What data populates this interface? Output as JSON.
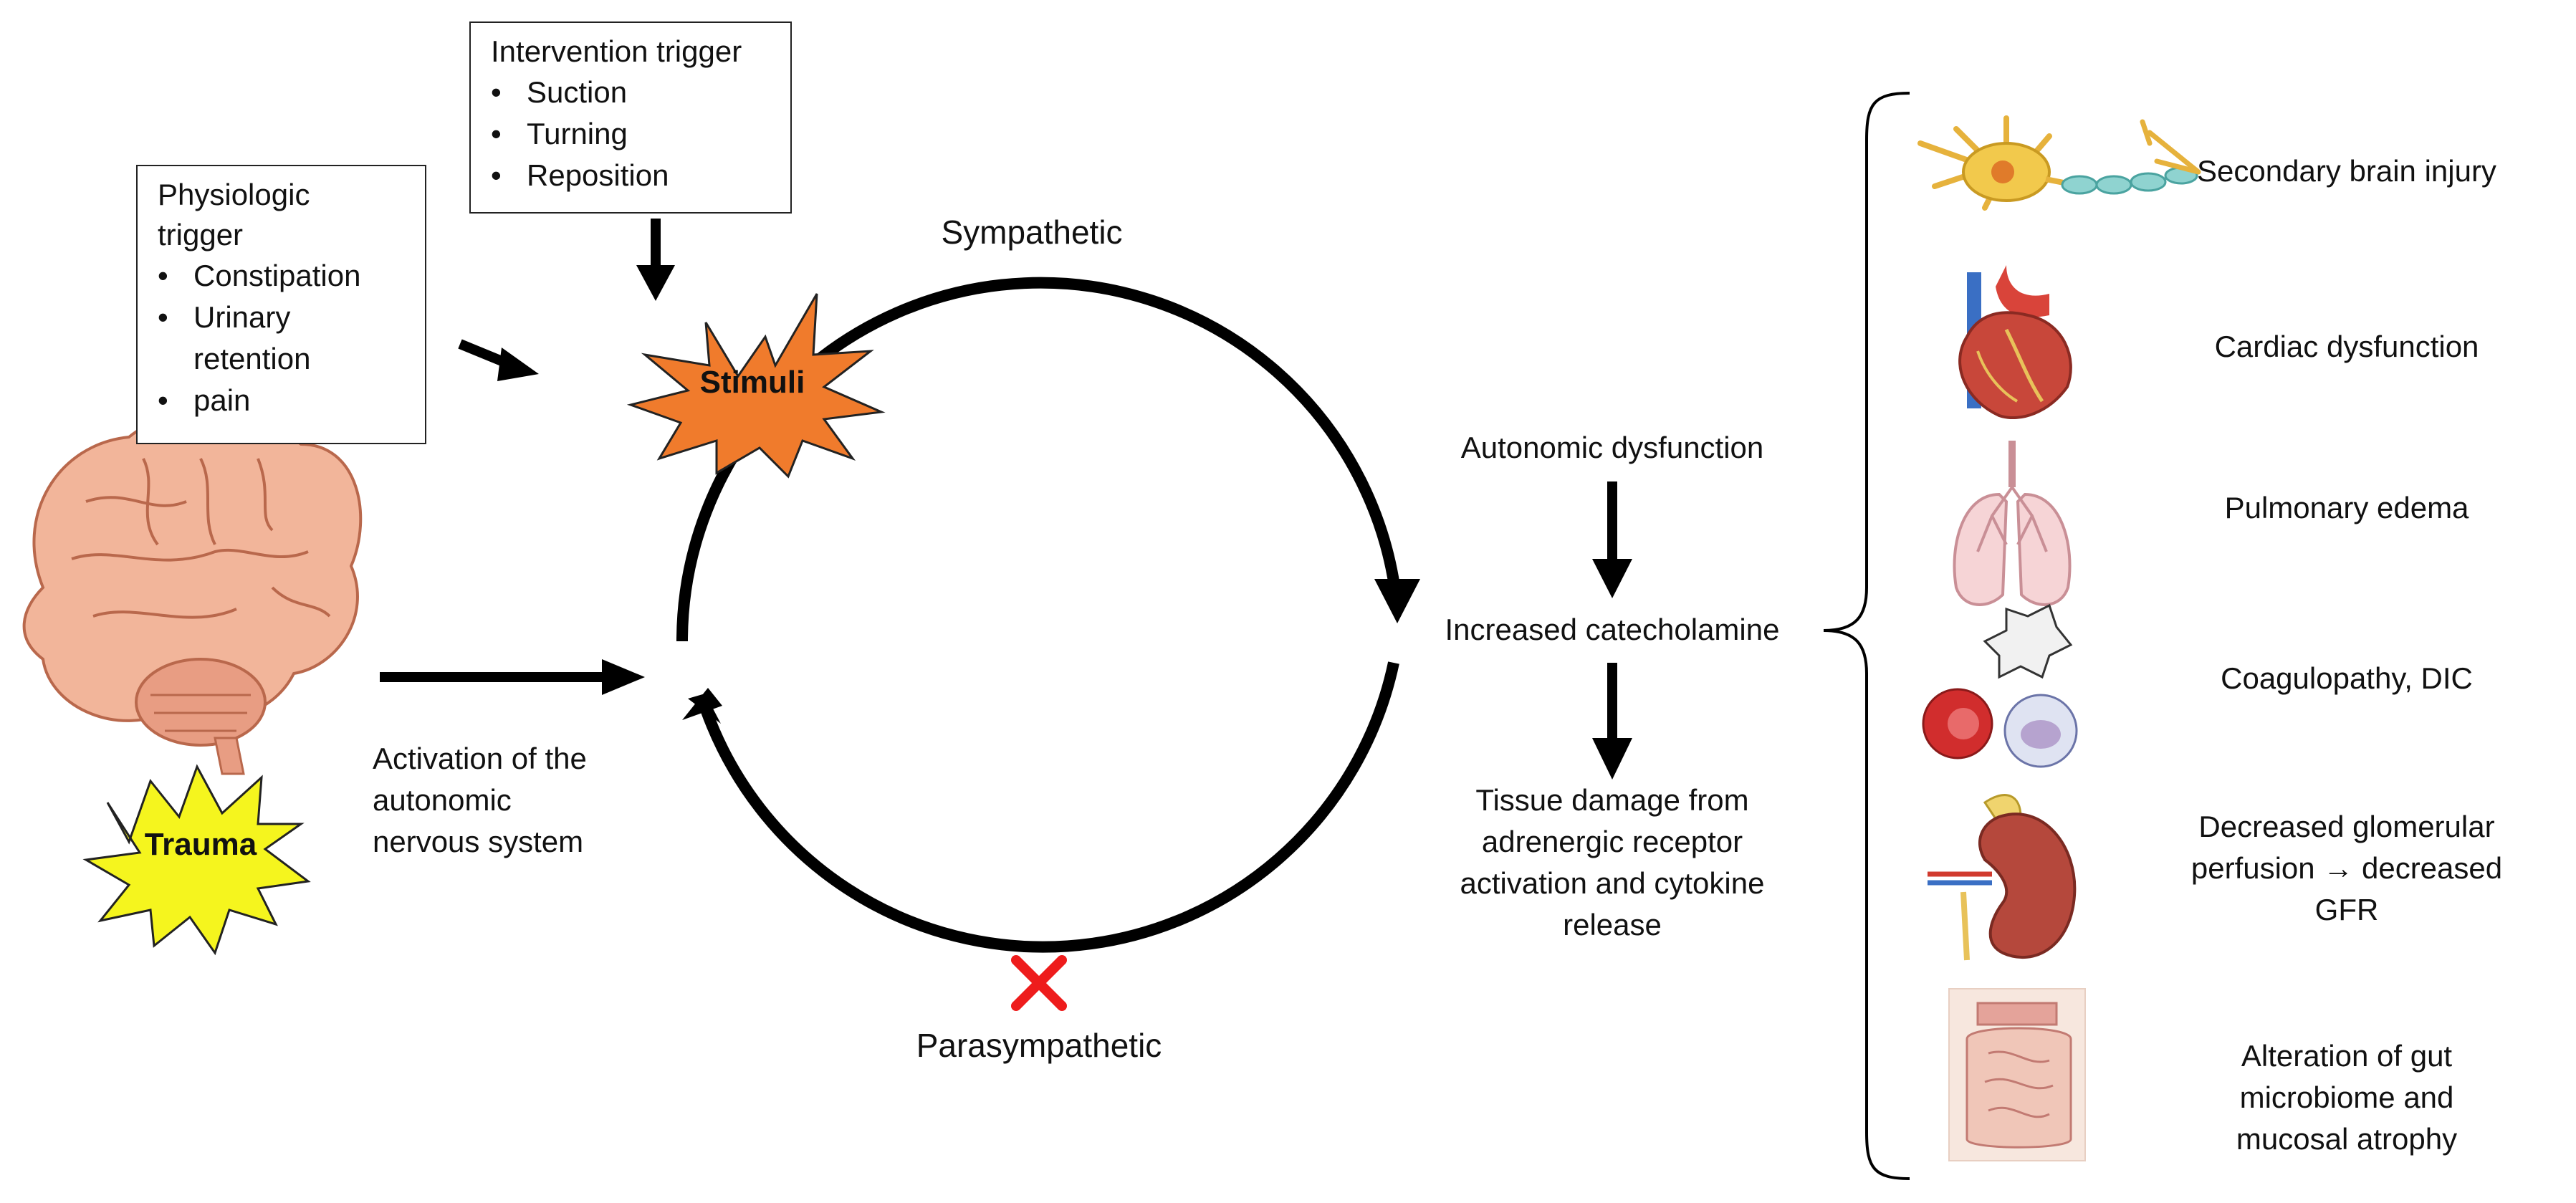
{
  "intervention": {
    "title": "Intervention  trigger",
    "items": [
      "Suction",
      "Turning",
      "Reposition"
    ]
  },
  "physiologic": {
    "title_line1": "Physiologic",
    "title_line2": "trigger",
    "items": [
      "Constipation",
      "Urinary retention",
      "pain"
    ]
  },
  "stimuli_label": "Stimuli",
  "trauma_label": "Trauma",
  "sympathetic_label": "Sympathetic",
  "parasympathetic_label": "Parasympathetic",
  "activation_label": [
    "Activation of the",
    "autonomic",
    "nervous system"
  ],
  "autonomic_dysfunction": "Autonomic dysfunction",
  "increased_catecholamine": "Increased catecholamine",
  "tissue_damage": [
    "Tissue damage from",
    "adrenergic receptor",
    "activation and cytokine",
    "release"
  ],
  "effects": [
    {
      "label": [
        "Secondary brain injury"
      ],
      "icon": "neuron-icon"
    },
    {
      "label": [
        "Cardiac dysfunction"
      ],
      "icon": "heart-icon"
    },
    {
      "label": [
        "Pulmonary edema"
      ],
      "icon": "lungs-icon"
    },
    {
      "label": [
        "Coagulopathy, DIC"
      ],
      "icon": "blood-cells-icon"
    },
    {
      "label": [
        "Decreased glomerular",
        "perfusion → decreased",
        "GFR"
      ],
      "icon": "kidney-icon"
    },
    {
      "label": [
        "Alteration of gut",
        "microbiome and",
        "mucosal atrophy"
      ],
      "icon": "intestine-icon"
    }
  ],
  "colors": {
    "stimuli": "#f07b2c",
    "trauma": "#f5f51e",
    "cross": "#ee1c1c",
    "brain": "#f2b59a",
    "kidney": "#b5483c",
    "heart": "#c8473a"
  }
}
